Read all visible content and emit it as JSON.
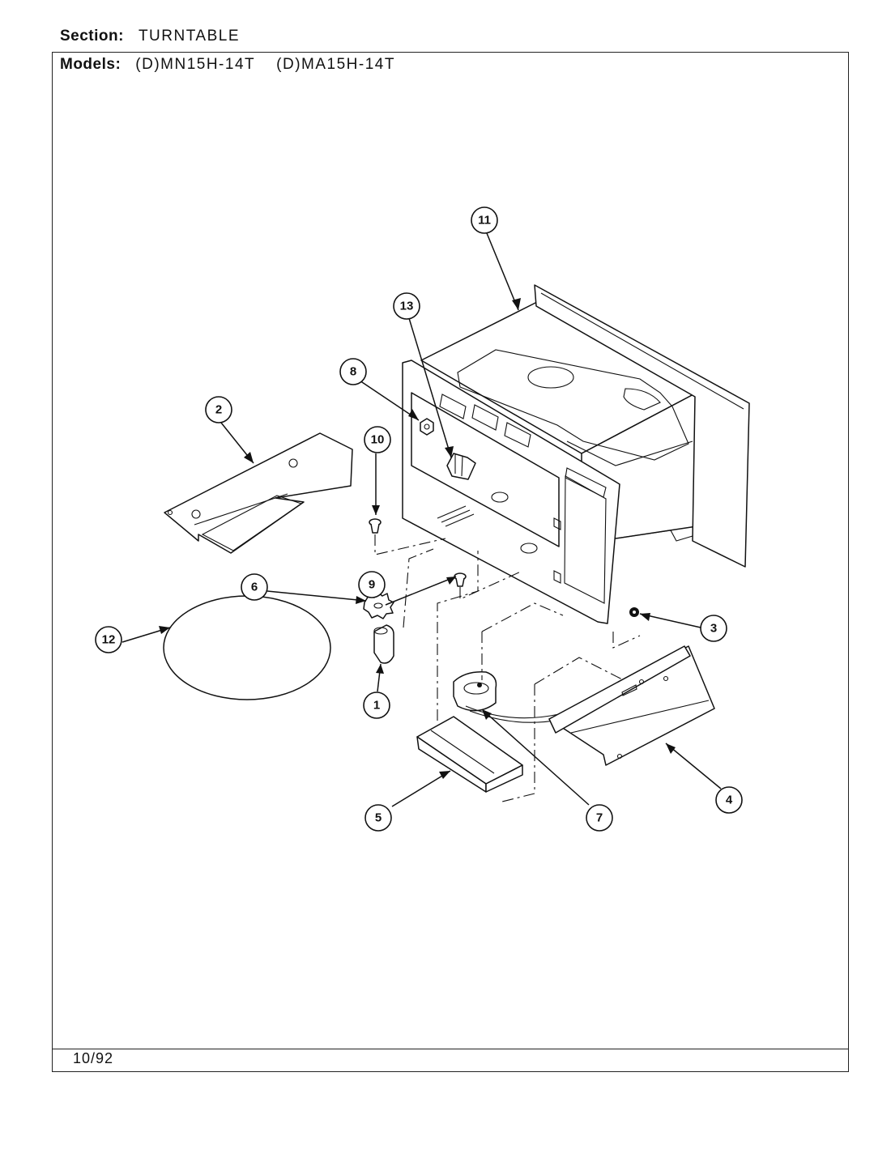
{
  "header": {
    "section_label": "Section:",
    "section_value": "TURNTABLE",
    "models_label": "Models:",
    "models": [
      "(D)MN15H-14T",
      "(D)MA15H-14T"
    ]
  },
  "footer": {
    "date": "10/92"
  },
  "callouts": [
    "1",
    "2",
    "3",
    "4",
    "5",
    "6",
    "7",
    "8",
    "9",
    "10",
    "11",
    "12",
    "13"
  ]
}
